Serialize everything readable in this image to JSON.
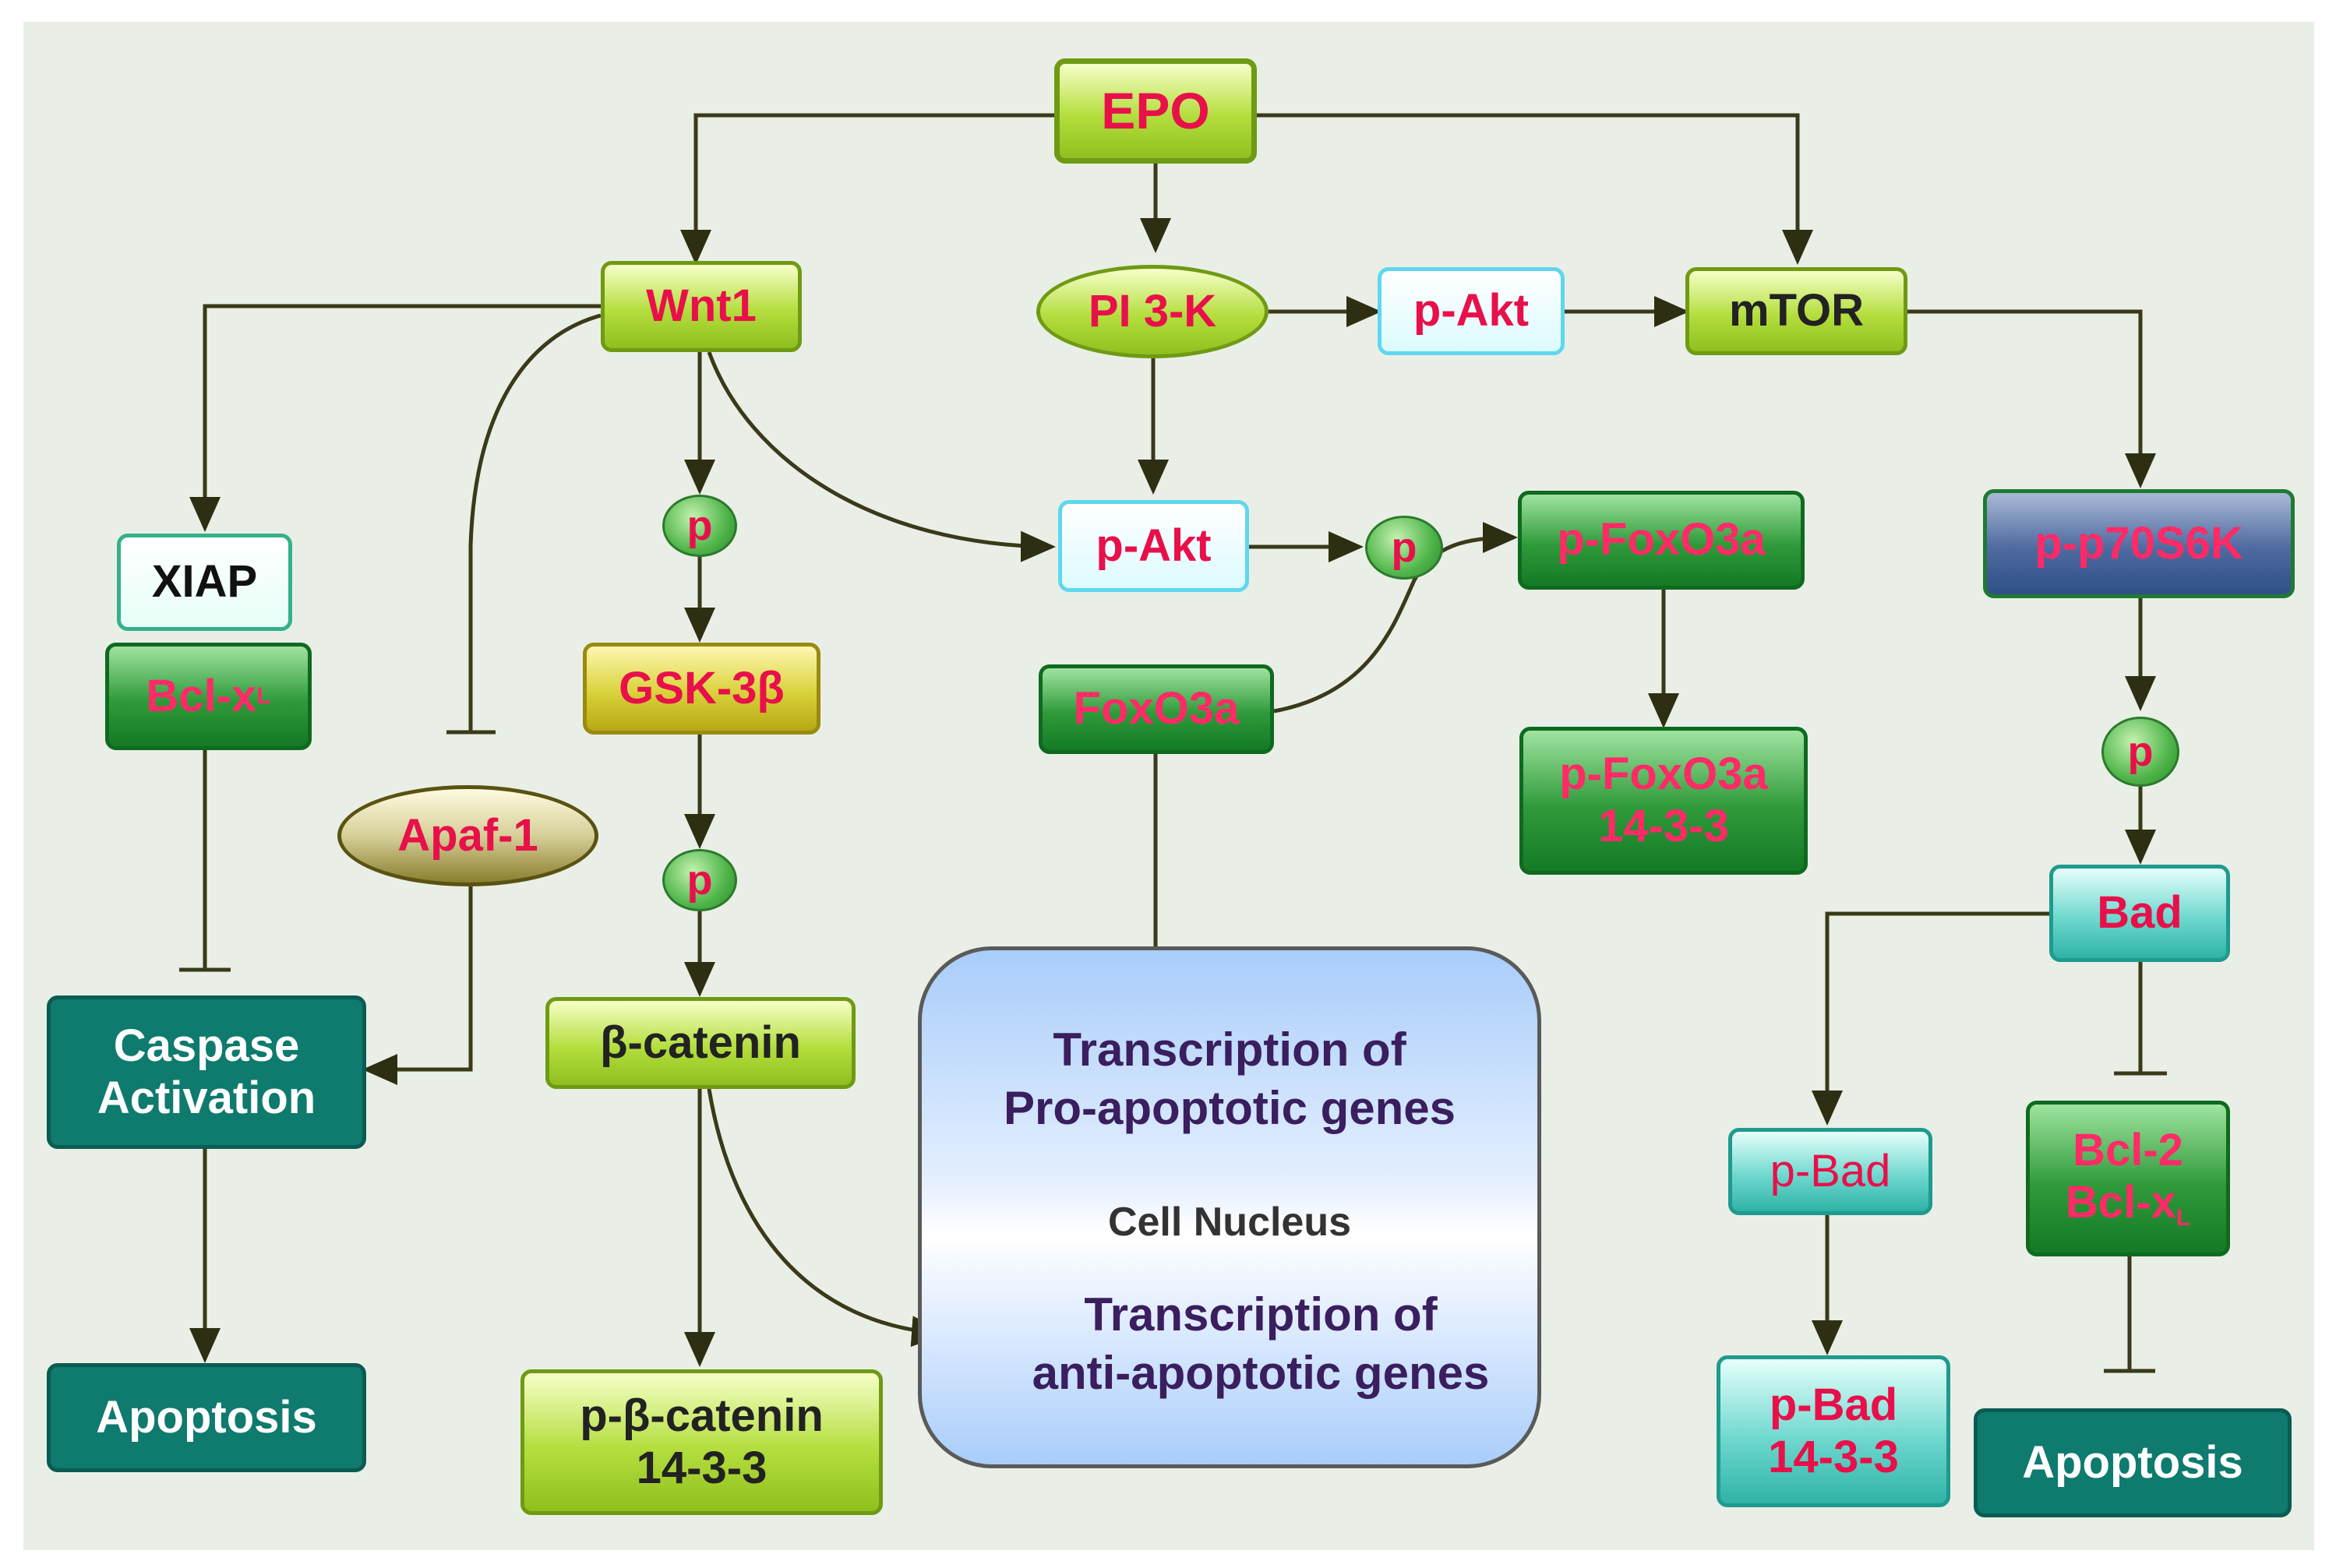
{
  "nodes": {
    "epo": "EPO",
    "wnt1": "Wnt1",
    "pi3k": "PI 3-K",
    "pakt_top": "p-Akt",
    "mtor": "mTOR",
    "xiap": "XIAP",
    "bclxl_left": "Bcl-x",
    "bclxl_left_sub": "L",
    "apaf1": "Apaf-1",
    "caspase_1": "Caspase",
    "caspase_2": "Activation",
    "apoptosis_left": "Apoptosis",
    "p_wnt_1": "p",
    "gsk3b": "GSK-3β",
    "p_wnt_2": "p",
    "bcatenin": "β-catenin",
    "pbcatenin_1": "p-β-catenin",
    "pbcatenin_2": "14-3-3",
    "pakt_mid": "p-Akt",
    "p_akt": "p",
    "foxo3a": "FoxO3a",
    "pfoxo3a": "p-FoxO3a",
    "pfoxo3a1433_1": "p-FoxO3a",
    "pfoxo3a1433_2": "14-3-3",
    "pp70s6k": "p-p70S6K",
    "p_right": "p",
    "bad": "Bad",
    "pbad": "p-Bad",
    "pbad1433_1": "p-Bad",
    "pbad1433_2": "14-3-3",
    "bcl2_1": "Bcl-2",
    "bcl2_2": "Bcl-x",
    "bcl2_2_sub": "L",
    "apoptosis_right": "Apoptosis"
  },
  "nucleus": {
    "pro_1": "Transcription of",
    "pro_2": "Pro-apoptotic genes",
    "label": "Cell Nucleus",
    "anti_1": "Transcription of",
    "anti_2": "anti-apoptotic genes"
  },
  "colors": {
    "arrow": "#3a3a1a",
    "background": "#e9efe6"
  }
}
